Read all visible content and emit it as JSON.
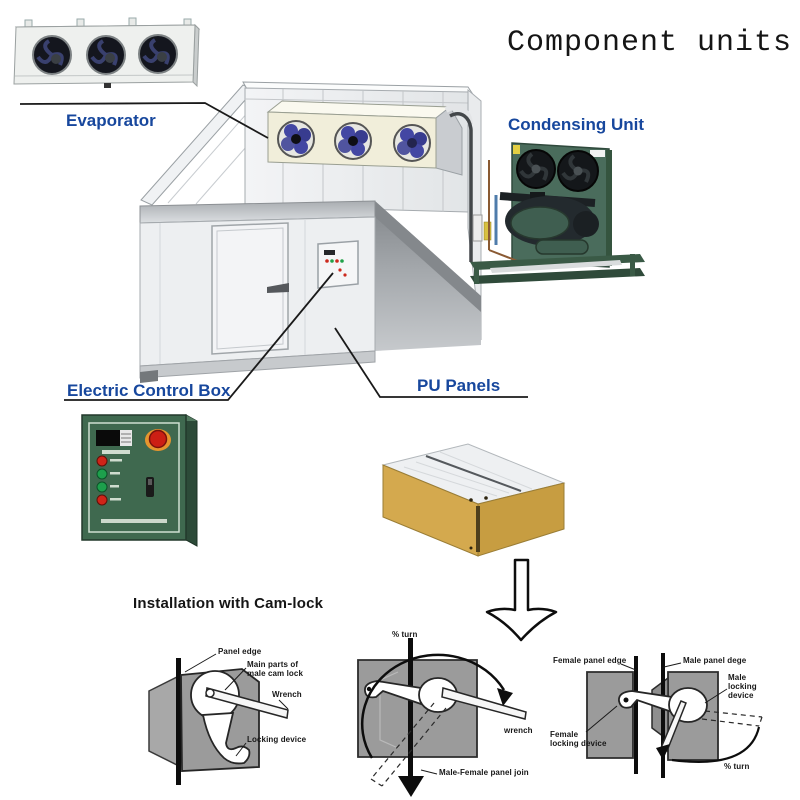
{
  "title": "Component units",
  "component_labels": {
    "evaporator": "Evaporator",
    "condensing_unit": "Condensing Unit",
    "electric_control_box": "Electric Control Box",
    "pu_panels": "PU Panels"
  },
  "installation": {
    "heading": "Installation with Cam-lock",
    "male_camlock_diagram": {
      "panel_edge": "Panel edge",
      "main_parts_line1": "Main parts of",
      "main_parts_line2": "male cam lock",
      "wrench": "Wrench",
      "locking_device": "Locking device"
    },
    "turning_diagram": {
      "turn": "% turn",
      "wrench": "wrench",
      "panel_join": "Male-Female panel join"
    },
    "locked_diagram": {
      "female_panel_edge": "Female panel edge",
      "male_panel_edge": "Male panel dege",
      "male_locking_line1": "Male",
      "male_locking_line2": "locking",
      "male_locking_line3": "device",
      "female_locking_line1": "Female",
      "female_locking_line2": "locking device",
      "turn": "% turn"
    }
  },
  "colors": {
    "label_blue": "#17479d",
    "control_box_green": "#3f694f",
    "condensing_green": "#4a6c5c",
    "pu_panel_yellow": "#d4a94e",
    "evaporator_cream": "#f1eeda",
    "fan_blue": "#4347a3"
  }
}
